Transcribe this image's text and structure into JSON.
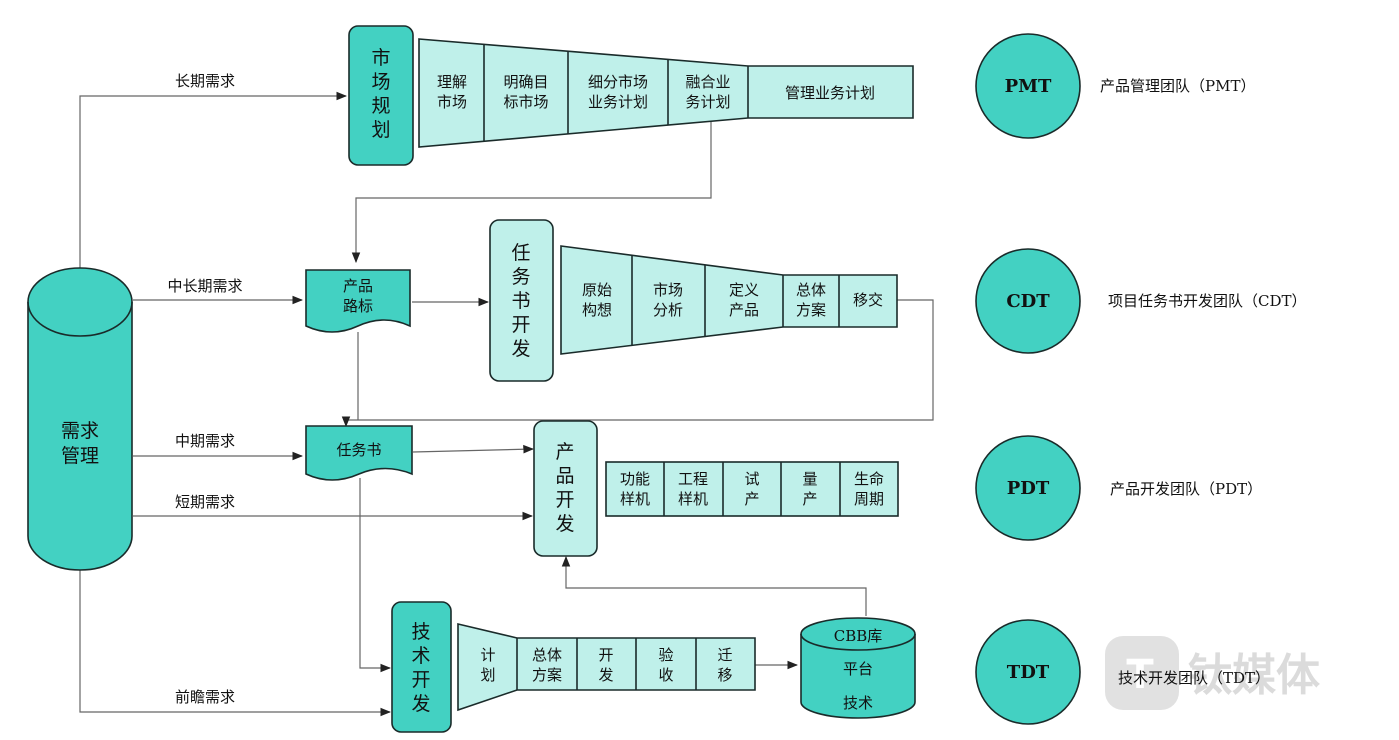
{
  "requirements": {
    "long": "长期需求",
    "mid_long": "中长期需求",
    "mid": "中期需求",
    "short": "短期需求",
    "forward": "前瞻需求"
  },
  "demand_mgmt": [
    "需求",
    "管理"
  ],
  "market_planning": {
    "title": [
      "市",
      "场",
      "规",
      "划"
    ],
    "steps": [
      [
        "理解",
        "市场"
      ],
      [
        "明确目",
        "标市场"
      ],
      [
        "细分市场",
        "业务计划"
      ],
      [
        "融合业",
        "务计划"
      ],
      [
        "管理业务计划"
      ]
    ]
  },
  "roadmap": [
    "产品",
    "路标"
  ],
  "charter_doc": "任务书",
  "charter_dev": {
    "title": [
      "任",
      "务",
      "书",
      "开",
      "发"
    ],
    "steps": [
      [
        "原始",
        "构想"
      ],
      [
        "市场",
        "分析"
      ],
      [
        "定义",
        "产品"
      ],
      [
        "总体",
        "方案"
      ],
      [
        "移交"
      ]
    ]
  },
  "product_dev": {
    "title": [
      "产",
      "品",
      "开",
      "发"
    ],
    "steps": [
      [
        "功能",
        "样机"
      ],
      [
        "工程",
        "样机"
      ],
      [
        "试",
        "产"
      ],
      [
        "量",
        "产"
      ],
      [
        "生命",
        "周期"
      ]
    ]
  },
  "tech_dev": {
    "title": [
      "技",
      "术",
      "开",
      "发"
    ],
    "steps": [
      [
        "计",
        "划"
      ],
      [
        "总体",
        "方案"
      ],
      [
        "开",
        "发"
      ],
      [
        "验",
        "收"
      ],
      [
        "迁",
        "移"
      ]
    ]
  },
  "cbb": [
    "CBB库",
    "平台",
    "技术"
  ],
  "teams": [
    {
      "abbr": "PMT",
      "name": "产品管理团队（PMT）"
    },
    {
      "abbr": "CDT",
      "name": "项目任务书开发团队（CDT）"
    },
    {
      "abbr": "PDT",
      "name": "产品开发团队（PDT）"
    },
    {
      "abbr": "TDT",
      "name": "技术开发团队（TDT）"
    }
  ],
  "watermark": "钛媒体",
  "colors": {
    "teal": "#43d1c2",
    "light_teal": "#bff0ea",
    "border": "#1a2b2a"
  }
}
